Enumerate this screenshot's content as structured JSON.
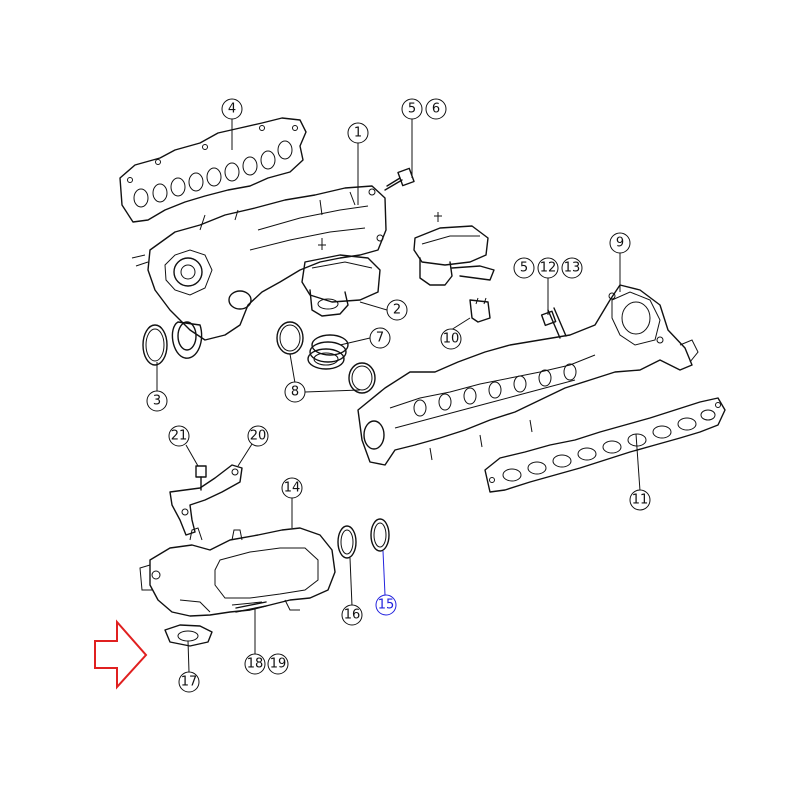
{
  "callouts": [
    {
      "id": "c4",
      "label": "4"
    },
    {
      "id": "c5a",
      "label": "5"
    },
    {
      "id": "c6",
      "label": "6"
    },
    {
      "id": "c1",
      "label": "1"
    },
    {
      "id": "c9",
      "label": "9"
    },
    {
      "id": "c5b",
      "label": "5"
    },
    {
      "id": "c12",
      "label": "12"
    },
    {
      "id": "c13",
      "label": "13"
    },
    {
      "id": "c2",
      "label": "2"
    },
    {
      "id": "c7",
      "label": "7"
    },
    {
      "id": "c10",
      "label": "10"
    },
    {
      "id": "c3",
      "label": "3"
    },
    {
      "id": "c8",
      "label": "8"
    },
    {
      "id": "c11",
      "label": "11"
    },
    {
      "id": "c21",
      "label": "21"
    },
    {
      "id": "c20",
      "label": "20"
    },
    {
      "id": "c14",
      "label": "14"
    },
    {
      "id": "c16",
      "label": "16"
    },
    {
      "id": "c15",
      "label": "15",
      "highlighted": true
    },
    {
      "id": "c17",
      "label": "17"
    },
    {
      "id": "c18",
      "label": "18"
    },
    {
      "id": "c19",
      "label": "19"
    }
  ],
  "colors": {
    "line": "#111111",
    "highlight": "#2222dd",
    "arrow": "#e02020"
  },
  "icons": {
    "direction_arrow": "arrow-right-icon"
  }
}
